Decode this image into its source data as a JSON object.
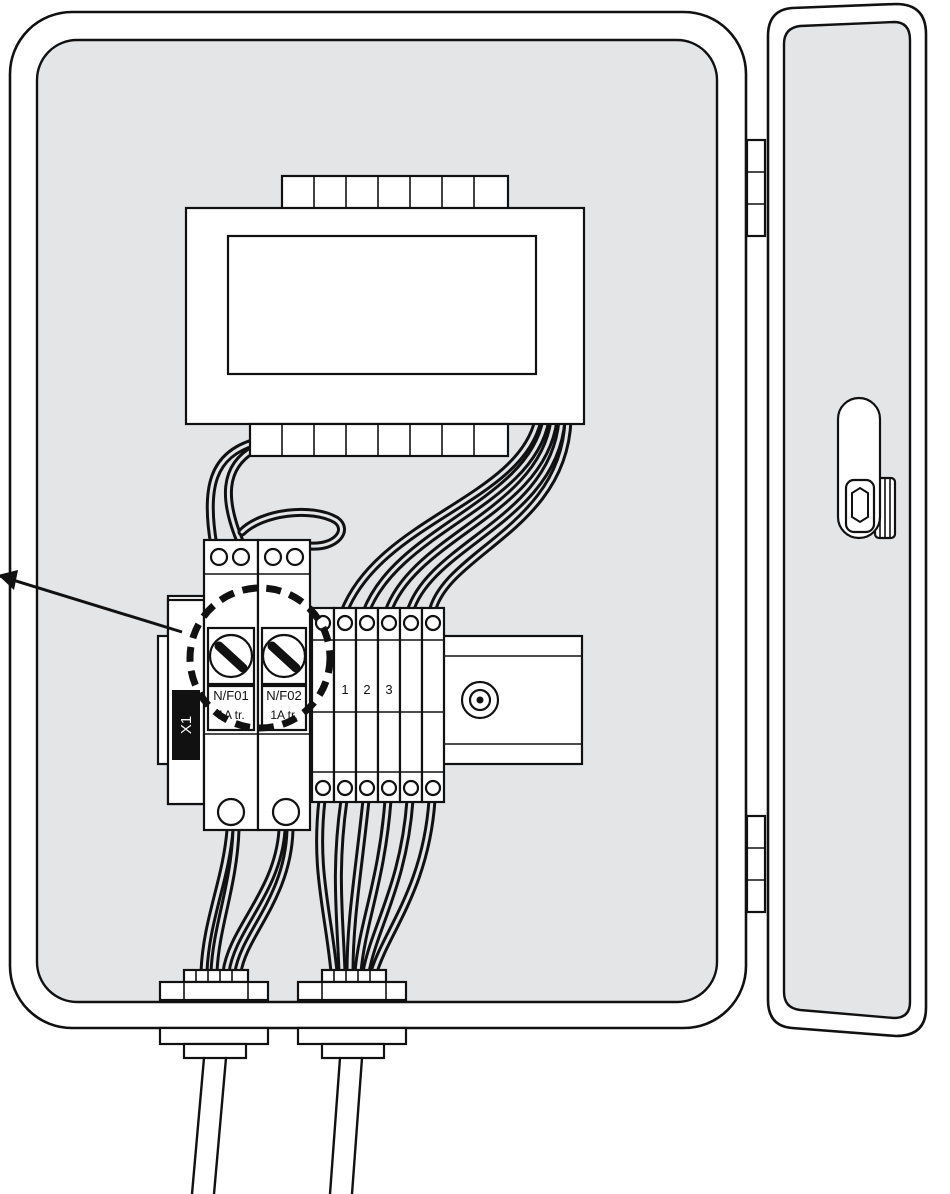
{
  "diagram": {
    "fuses": [
      {
        "id": "N/F01",
        "rating": "1A tr."
      },
      {
        "id": "N/F02",
        "rating": "1A tr."
      }
    ],
    "terminal_numbers": [
      "1",
      "2",
      "3"
    ],
    "terminal_block_tag": "X1",
    "icons": {
      "arrow": "pointer-arrow-icon",
      "highlight": "dashed-circle-highlight",
      "lock": "door-lock-icon"
    },
    "colors": {
      "line": "#111111",
      "background": "#e4e5e7",
      "part": "#ffffff"
    }
  }
}
